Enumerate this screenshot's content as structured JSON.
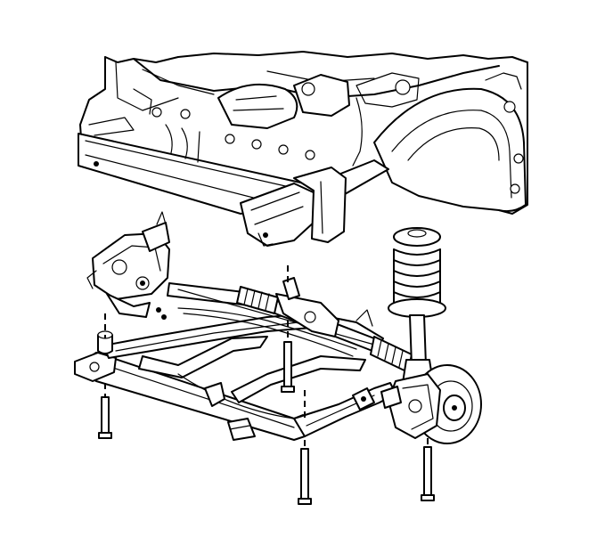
{
  "figure": {
    "kind": "line-art exploded assembly illustration",
    "parts": [
      {
        "id": "vehicle-body-front-structure",
        "label": ""
      },
      {
        "id": "engine-cradle-frame",
        "label": ""
      },
      {
        "id": "steering-gear-rack",
        "label": ""
      },
      {
        "id": "left-knuckle-assembly",
        "label": ""
      },
      {
        "id": "right-strut-assembly",
        "label": ""
      },
      {
        "id": "right-brake-rotor-hub",
        "label": ""
      },
      {
        "id": "cradle-mounting-bolt",
        "label": "",
        "count": 4
      }
    ],
    "colors": {
      "ink": "#000000",
      "paper": "#ffffff"
    }
  }
}
